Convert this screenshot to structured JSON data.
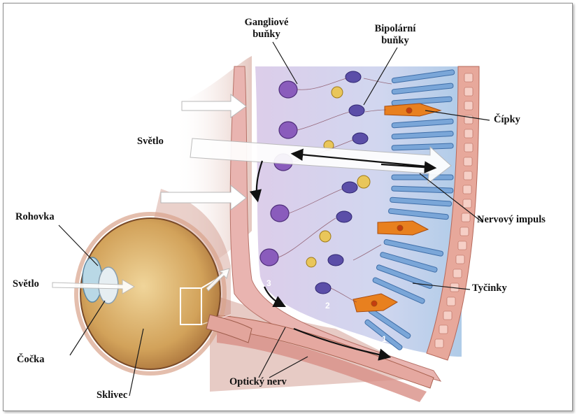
{
  "labels": {
    "ganglion_line1": "Gangliové",
    "ganglion_line2": "buňky",
    "bipolar_line1": "Bipolární",
    "bipolar_line2": "buňky",
    "cones": "Čípky",
    "light_retina": "Světlo",
    "nerve_impulse": "Nervový impuls",
    "rods": "Tyčinky",
    "cornea": "Rohovka",
    "light_eye": "Světlo",
    "lens": "Čočka",
    "vitreous": "Sklivec",
    "optic_nerve": "Optický nerv"
  },
  "layer_numbers": {
    "n1": "1",
    "n2": "2",
    "n3": "3"
  },
  "colors": {
    "tissue_pink": "#e8b2ae",
    "retina_lilac": "#cfc3e6",
    "ganglion_purple": "#7a4fa8",
    "bipolar_purple": "#5a4a9e",
    "cone_orange": "#e07a1e",
    "rod_blue": "#6f9bd0",
    "eye_gold": "#d4a65a"
  }
}
